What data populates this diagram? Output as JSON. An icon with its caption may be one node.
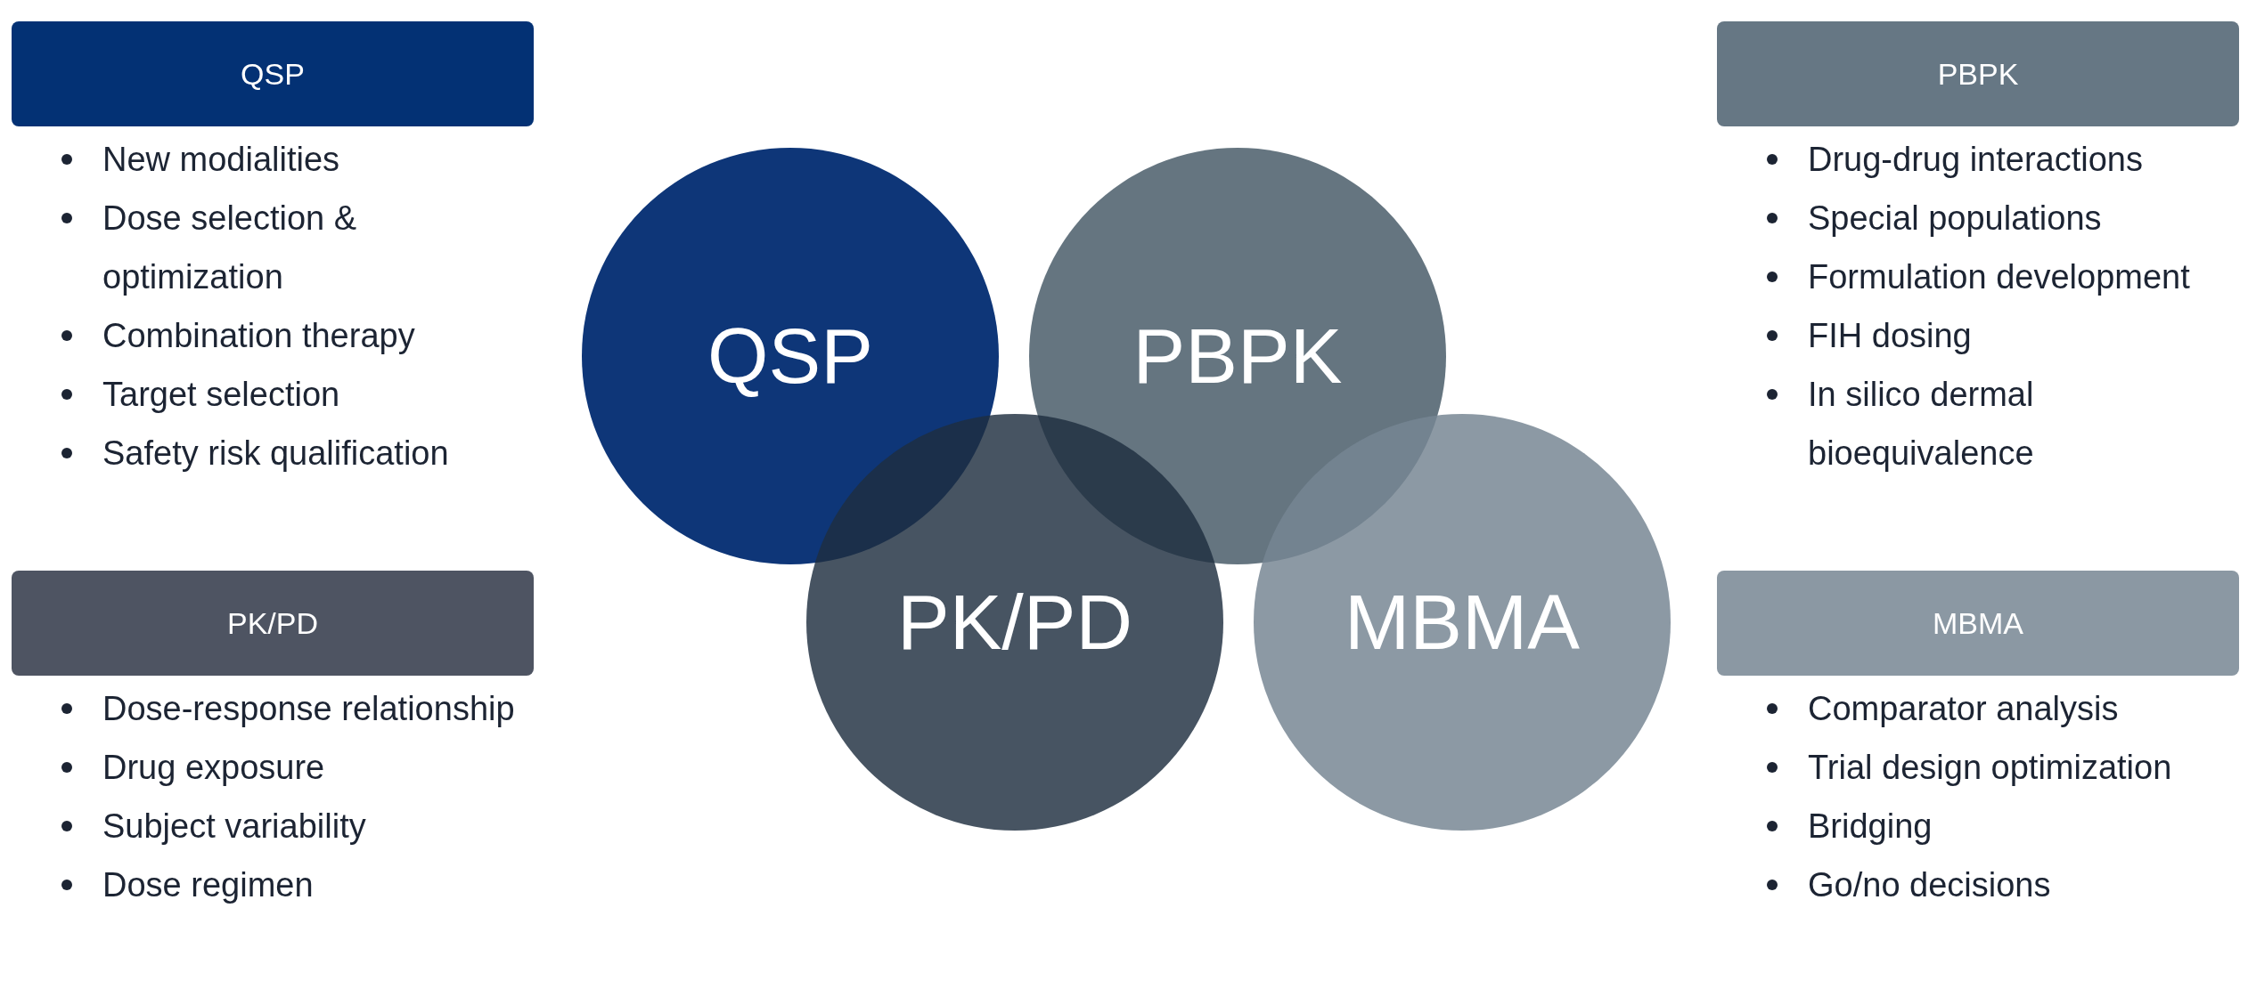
{
  "diagram": {
    "nodes": [
      {
        "text": [
          "QSP"
        ],
        "beside": [
          "New modialities",
          "Dose selection & optimization",
          "Combination therapy",
          "Target selection",
          "Safety risk qualification"
        ]
      },
      {
        "text": [
          "PBPK"
        ],
        "beside": [
          "Drug-drug interactions",
          "Special populations",
          "Formulation development",
          "FIH dosing",
          "In silico dermal bioequivalence"
        ]
      },
      {
        "text": [
          "QSP"
        ]
      },
      {
        "text": [
          "PBPK"
        ]
      },
      {
        "text": [
          "PK/PD"
        ],
        "beside": [
          "Dose-response relationship",
          "Drug exposure",
          "Subject variability",
          "Dose regimen"
        ]
      },
      {
        "text": [
          "PK/PD"
        ]
      },
      {
        "text": [
          "MBMA"
        ]
      },
      {
        "text": [
          "MBMA"
        ],
        "beside": [
          "Comparator analysis",
          "Trial design optimization",
          "Bridging",
          "Go/no decisions"
        ]
      }
    ]
  }
}
